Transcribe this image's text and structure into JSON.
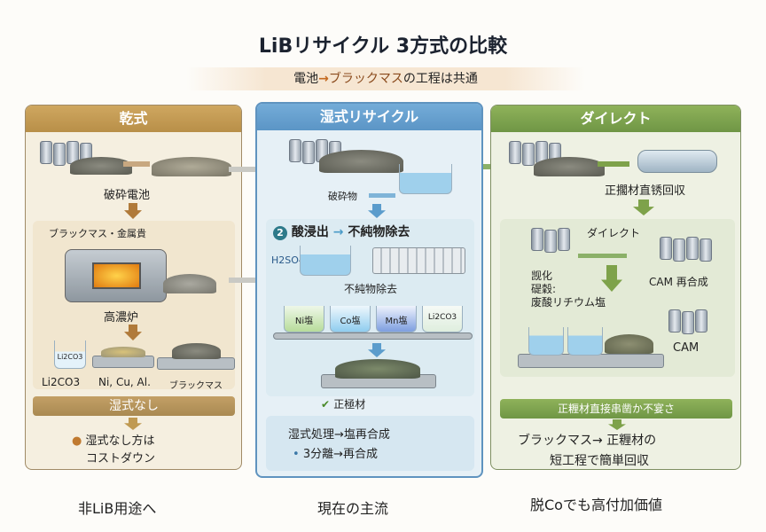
{
  "title": "LiBリサイクル 3方式の比較",
  "subtitle": {
    "part1": "電池",
    "arrow": "→",
    "part2": "ブラックマス",
    "part3": "の工程は共通"
  },
  "panels": {
    "dry": {
      "header": "乾式",
      "crush_label": "破砕電池",
      "step_label": "ブラックマス・金属貴",
      "furnace_label": "高濃炉",
      "beaker_label": "Li2CO3",
      "products": [
        "Li2CO3",
        "Ni, Cu, Al.",
        "ブラックマス"
      ],
      "bar": "湿式なし",
      "note_line1": "湿式なし方は",
      "note_line2": "コストダウン"
    },
    "wet": {
      "header": "湿式リサイクル",
      "crush_label": "破砕物",
      "step_number": "2",
      "step_title_a": "酸浸出",
      "step_arrow": "→",
      "step_title_b": "不純物除去",
      "acid_label": "H2SO4",
      "filter_label": "不純物除去",
      "salts": [
        "Ni塩",
        "Co塩",
        "Mn塩",
        "Li2CO3"
      ],
      "product_label": "正極材",
      "note_line1": "湿式処理→塩再合成",
      "note_line2": "3分離→再合成"
    },
    "direct": {
      "header": "ダイレクト",
      "recover_label": "正擱材直锈回収",
      "inner_title": "ダイレクト",
      "resynth_label": "CAM 再合成",
      "chem_lines": [
        "觊化",
        "碮穀:",
        "废酸リチウム塩"
      ],
      "cam_label": "CAM",
      "bar": "正糎材直接串凿か不宴さ",
      "note_line1": "ブラックマス→ 正糎材の",
      "note_line2": "短工程で簡単回収"
    }
  },
  "captions": [
    "非LiB用途へ",
    "現在の主流",
    "脱Coでも高付加価値"
  ],
  "colors": {
    "dry": "#c09a52",
    "wet": "#5f98c8",
    "direct": "#7a9e4c",
    "arrow_dry": "#b07a3a",
    "arrow_direct": "#7ea24a",
    "arrow_wet": "#5b9ccc"
  }
}
